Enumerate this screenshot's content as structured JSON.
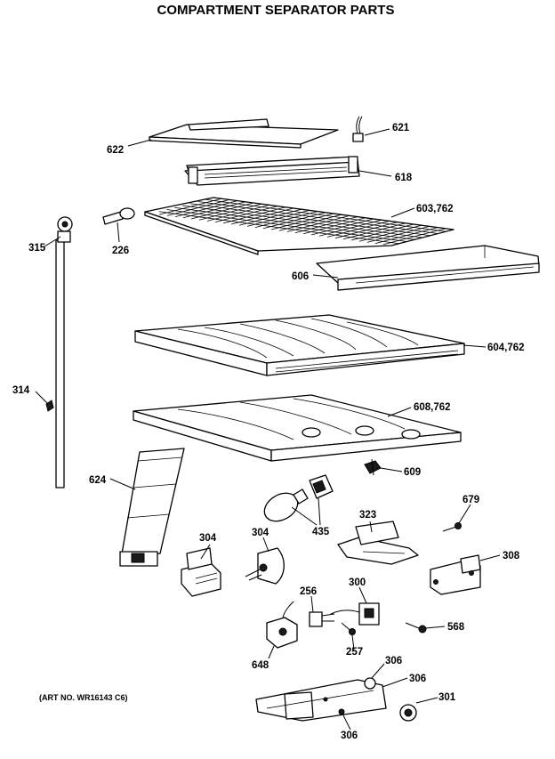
{
  "title": "COMPARTMENT SEPARATOR PARTS",
  "art_number": "(ART NO. WR16143 C6)",
  "labels": {
    "p621": "621",
    "p622": "622",
    "p618": "618",
    "p603": "603,762",
    "p315": "315",
    "p226": "226",
    "p606": "606",
    "p604": "604,762",
    "p314": "314",
    "p608": "608,762",
    "p609": "609",
    "p624": "624",
    "p679": "679",
    "p435": "435",
    "p323": "323",
    "p304a": "304",
    "p304b": "304",
    "p308": "308",
    "p256": "256",
    "p300": "300",
    "p568": "568",
    "p648": "648",
    "p257": "257",
    "p306a": "306",
    "p306b": "306",
    "p306c": "306",
    "p301": "301"
  }
}
